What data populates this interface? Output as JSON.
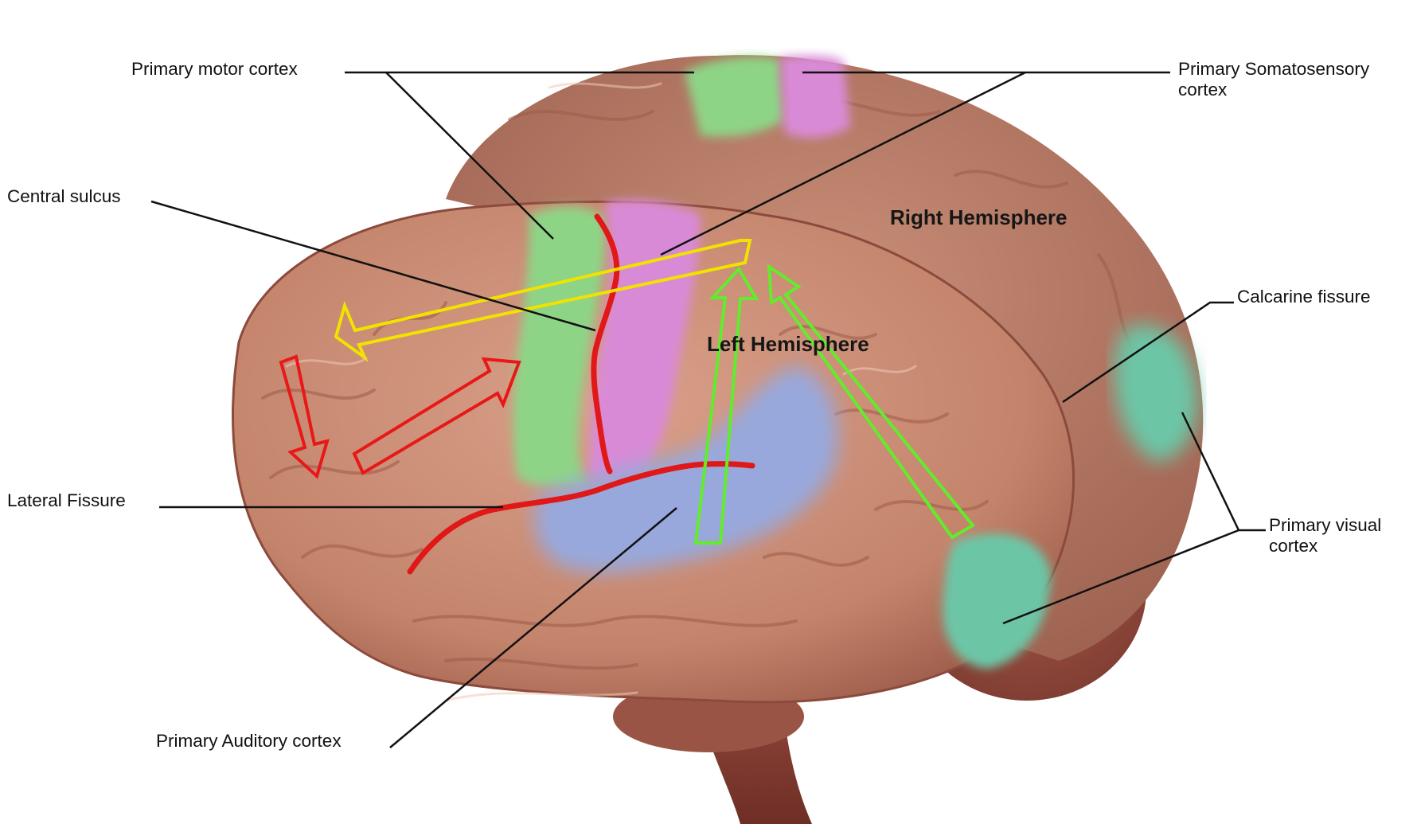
{
  "labels": {
    "primary_motor_cortex": "Primary motor cortex",
    "primary_somatosensory_line1": "Primary Somatosensory",
    "primary_somatosensory_line2": "cortex",
    "central_sulcus": "Central sulcus",
    "calcarine_fissure": "Calcarine fissure",
    "lateral_fissure": "Lateral Fissure",
    "primary_visual_line1": "Primary visual",
    "primary_visual_line2": "cortex",
    "primary_auditory_cortex": "Primary Auditory cortex",
    "right_hemisphere": "Right Hemisphere",
    "left_hemisphere": "Left Hemisphere"
  },
  "colors": {
    "brain_tissue": "#c98a72",
    "brain_dark": "#8c4a3c",
    "motor_cortex": "#8ed486",
    "somatosensory_cortex": "#d98ad6",
    "auditory_cortex": "#98a8dc",
    "visual_cortex": "#6cc6a6",
    "fissure_line": "#e01818",
    "arrow_red": "#e81818",
    "arrow_yellow": "#f2e200",
    "arrow_green": "#62ec2c",
    "leader_line": "#111111"
  }
}
